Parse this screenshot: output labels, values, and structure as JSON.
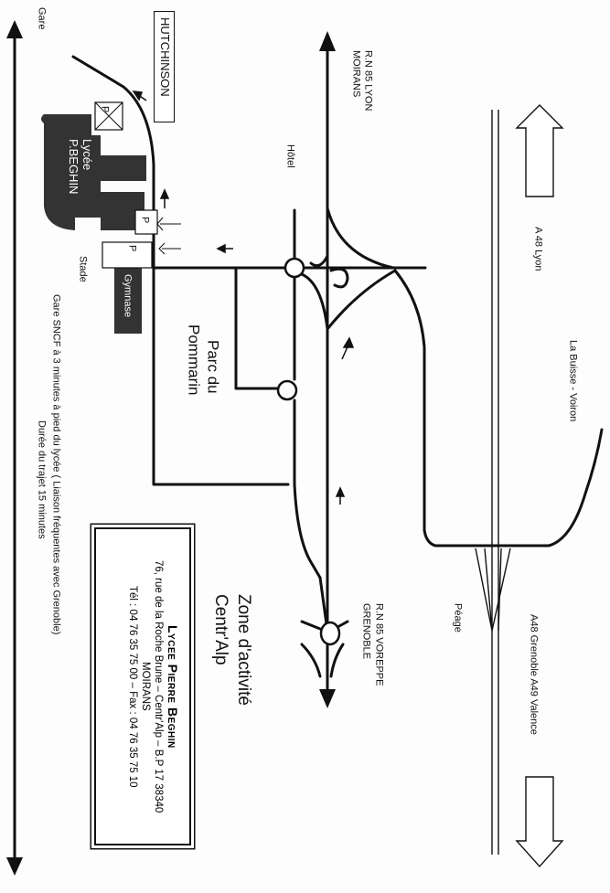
{
  "labels": {
    "gare": "Gare",
    "hutchinson": "HUTCHINSON",
    "rn85_lyon": "R.N 85 LYON",
    "moirans": "MOIRANS",
    "hotel": "Hôtel",
    "lycee": "Lycée",
    "lycee_name": "P.BEGHIN",
    "gymnase": "Gymnase",
    "stade": "Stade",
    "parking": "P",
    "parc": "Parc du",
    "pommarin": "Pommarin",
    "a48_lyon": "A 48 Lyon",
    "la_buisse": "La Buisse - Voiron",
    "peage": "Péage",
    "a48_grenoble": "A48 Grenoble A49 Valence",
    "rn85_voreppe": "R.N 85 VOREPPE",
    "grenoble": "GRENOBLE",
    "zone": "Zone d'activité",
    "zone_name": "Centr'Alp",
    "gare_sncf": "Gare SNCF à 3 minutes à pied du lycée ( Liaison fréquentes avec Grenoble)",
    "duree": "Durée du trajet 15 minutes"
  },
  "address": {
    "school": "Lycee Pierre Beghin",
    "street": "76, rue de la Roche Brune – Centr'Alp – B.P 17 38340",
    "city": "MOIRANS",
    "phone": "Tél : 04 76 35 75 00 – Fax : 04 76 35 75 10"
  }
}
